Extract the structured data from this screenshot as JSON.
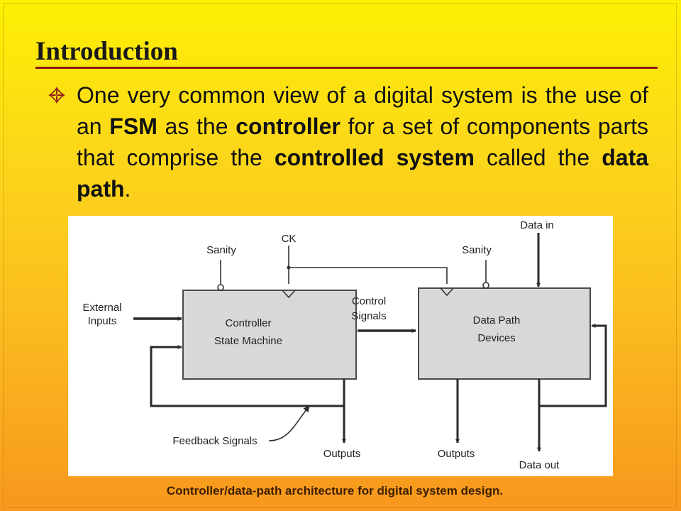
{
  "slide": {
    "title": "Introduction",
    "bullet_icon": "diamond-bullet-icon",
    "bullet": {
      "t1": "One very common view of a digital system is the use of an ",
      "b1": "FSM",
      "t2": " as the ",
      "b2": "controller",
      "t3": " for a set of components parts that comprise the ",
      "b3": "controlled system",
      "t4": " called the ",
      "b4": "data path",
      "t5": "."
    },
    "caption": "Controller/data-path architecture  for digital system design.",
    "colors": {
      "background_top": "#fdf003",
      "background_bottom": "#f8971e",
      "title_rule": "#8b1a1a",
      "box_fill": "#d8d8d8"
    }
  },
  "diagram": {
    "external_inputs": [
      "External",
      "Inputs"
    ],
    "controller": [
      "Controller",
      "State Machine"
    ],
    "datapath": [
      "Data Path",
      "Devices"
    ],
    "control_signals": [
      "Control",
      "Signals"
    ],
    "sanity_left": "Sanity",
    "sanity_right": "Sanity",
    "clock": "CK",
    "data_in": "Data in",
    "feedback": "Feedback Signals",
    "outputs_left": "Outputs",
    "outputs_right": "Outputs",
    "data_out": "Data out"
  }
}
